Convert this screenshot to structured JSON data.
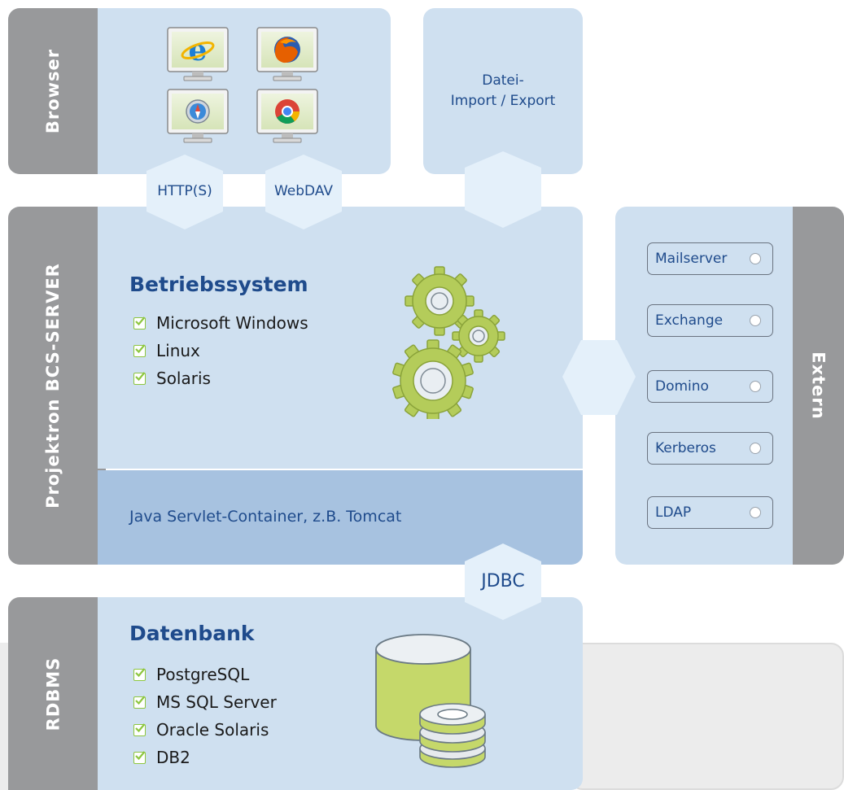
{
  "browser": {
    "label": "Browser",
    "icons": [
      "internet-explorer-icon",
      "firefox-icon",
      "safari-icon",
      "chrome-icon"
    ]
  },
  "file_io": {
    "line1": "Datei-",
    "line2": "Import / Export"
  },
  "connectors": {
    "http": "HTTP(S)",
    "webdav": "WebDAV",
    "jdbc": "JDBC"
  },
  "server": {
    "label": "Projektron BCS-SERVER",
    "os_heading": "Betriebssystem",
    "os_items": [
      "Microsoft Windows",
      "Linux",
      "Solaris"
    ],
    "container": "Java Servlet-Container, z.B. Tomcat"
  },
  "extern": {
    "label": "Extern",
    "items": [
      "Mailserver",
      "Exchange",
      "Domino",
      "Kerberos",
      "LDAP"
    ]
  },
  "rdbms": {
    "label": "RDBMS",
    "heading": "Datenbank",
    "items": [
      "PostgreSQL",
      "MS SQL Server",
      "Oracle Solaris",
      "DB2"
    ]
  },
  "colors": {
    "grey": "#98999b",
    "light_blue": "#cfe0f0",
    "container_blue": "#a7c2e0",
    "text_blue": "#1f4b8c",
    "check_green": "#8dc63f",
    "gear_green": "#b4cc5a"
  }
}
